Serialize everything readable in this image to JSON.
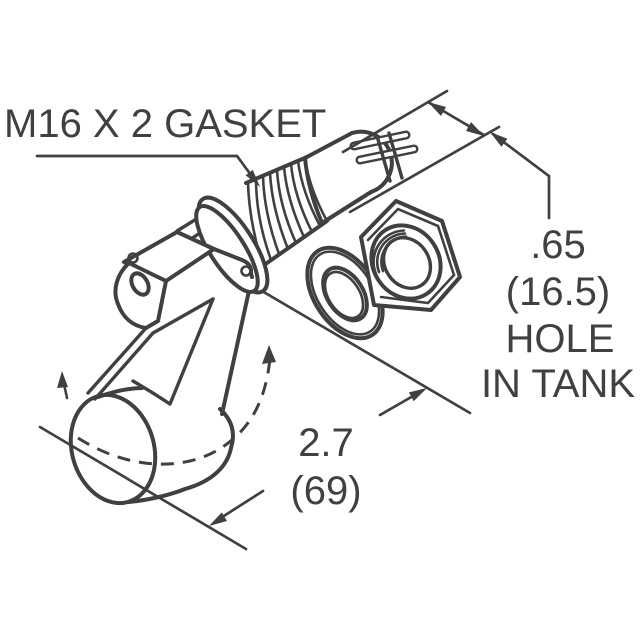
{
  "drawing": {
    "type": "technical-line-drawing",
    "subject": "side-mount float level switch with mounting hardware",
    "background_color": "#ffffff",
    "line_color": "#404040",
    "parts": [
      "cylindrical-float",
      "hinged-float-arm",
      "hinge-bracket",
      "pivot-pin",
      "mounting-flange",
      "threaded-stem-m16x2",
      "gasket-washer",
      "hex-nut",
      "lead-wires-with-break-mark",
      "float-travel-arc"
    ]
  },
  "labels": {
    "thread_gasket": "M16 X 2 GASKET"
  },
  "dimensions": {
    "hole": {
      "value": ".65",
      "metric": "(16.5)",
      "caption_line1": "HOLE",
      "caption_line2": "IN TANK"
    },
    "length": {
      "value": "2.7",
      "metric": "(69)"
    }
  }
}
